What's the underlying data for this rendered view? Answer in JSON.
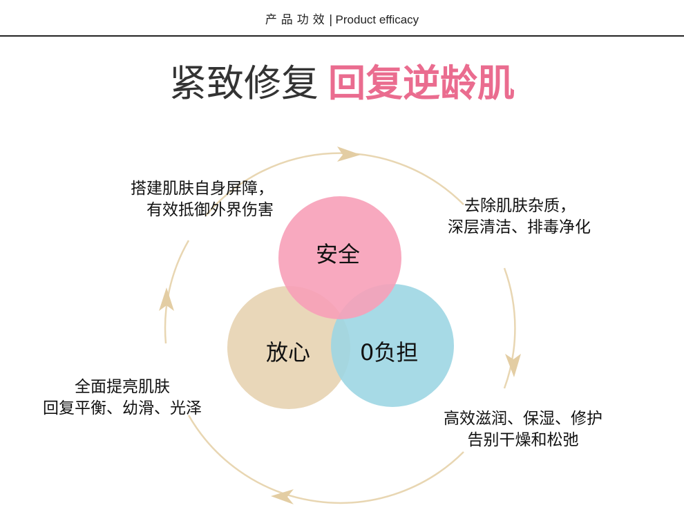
{
  "header": {
    "title_cn": "产品功效",
    "separator": "|",
    "title_en": "Product efficacy"
  },
  "headline": {
    "part1": "紧致修复",
    "part2": "回复逆龄肌"
  },
  "circles": [
    {
      "label": "安全",
      "color": "#f7a0b8"
    },
    {
      "label": "放心",
      "color": "#e8d5b5"
    },
    {
      "label": "0负担",
      "color": "#9dd6e3"
    }
  ],
  "notes": {
    "top_left": [
      "搭建肌肤自身屏障，",
      "有效抵御外界伤害"
    ],
    "top_right": [
      "去除肌肤杂质，",
      "深层清洁、排毒净化"
    ],
    "bottom_right": [
      "高效滋润、保湿、修护",
      "告别干燥和松弛"
    ],
    "bottom_left": [
      "全面提亮肌肤",
      "回复平衡、幼滑、光泽"
    ]
  },
  "colors": {
    "accent": "#ea6c8f",
    "ring": "#e8d6b2"
  }
}
